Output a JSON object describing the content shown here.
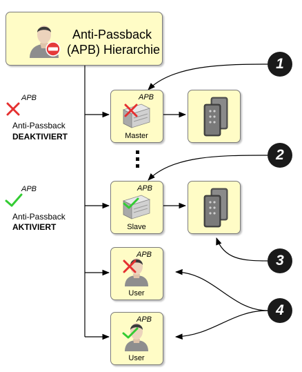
{
  "title": {
    "line1": "Anti-Passback",
    "line2": "(APB) Hierarchie"
  },
  "legend": {
    "apb": "APB",
    "deactivated": {
      "line1": "Anti-Passback",
      "line2": "DEAKTIVIERT"
    },
    "activated": {
      "line1": "Anti-Passback",
      "line2": "AKTIVIERT"
    }
  },
  "nodes": {
    "master": {
      "label": "Master",
      "badge": "APB",
      "state": "deactivated"
    },
    "slave": {
      "label": "Slave",
      "badge": "APB",
      "state": "activated"
    },
    "user_1": {
      "label": "User",
      "badge": "APB",
      "state": "deactivated"
    },
    "user_2": {
      "label": "User",
      "badge": "APB",
      "state": "activated"
    }
  },
  "callouts": [
    "1",
    "2",
    "3",
    "4"
  ],
  "colors": {
    "box_fill": "#fffcc6",
    "deactivated": "#e53030",
    "activated": "#33cc33",
    "callout": "#1a1a1a"
  },
  "icons": [
    "user-icon",
    "no-entry-icon",
    "controller-icon",
    "card-reader-icon",
    "cross-icon",
    "check-icon"
  ]
}
